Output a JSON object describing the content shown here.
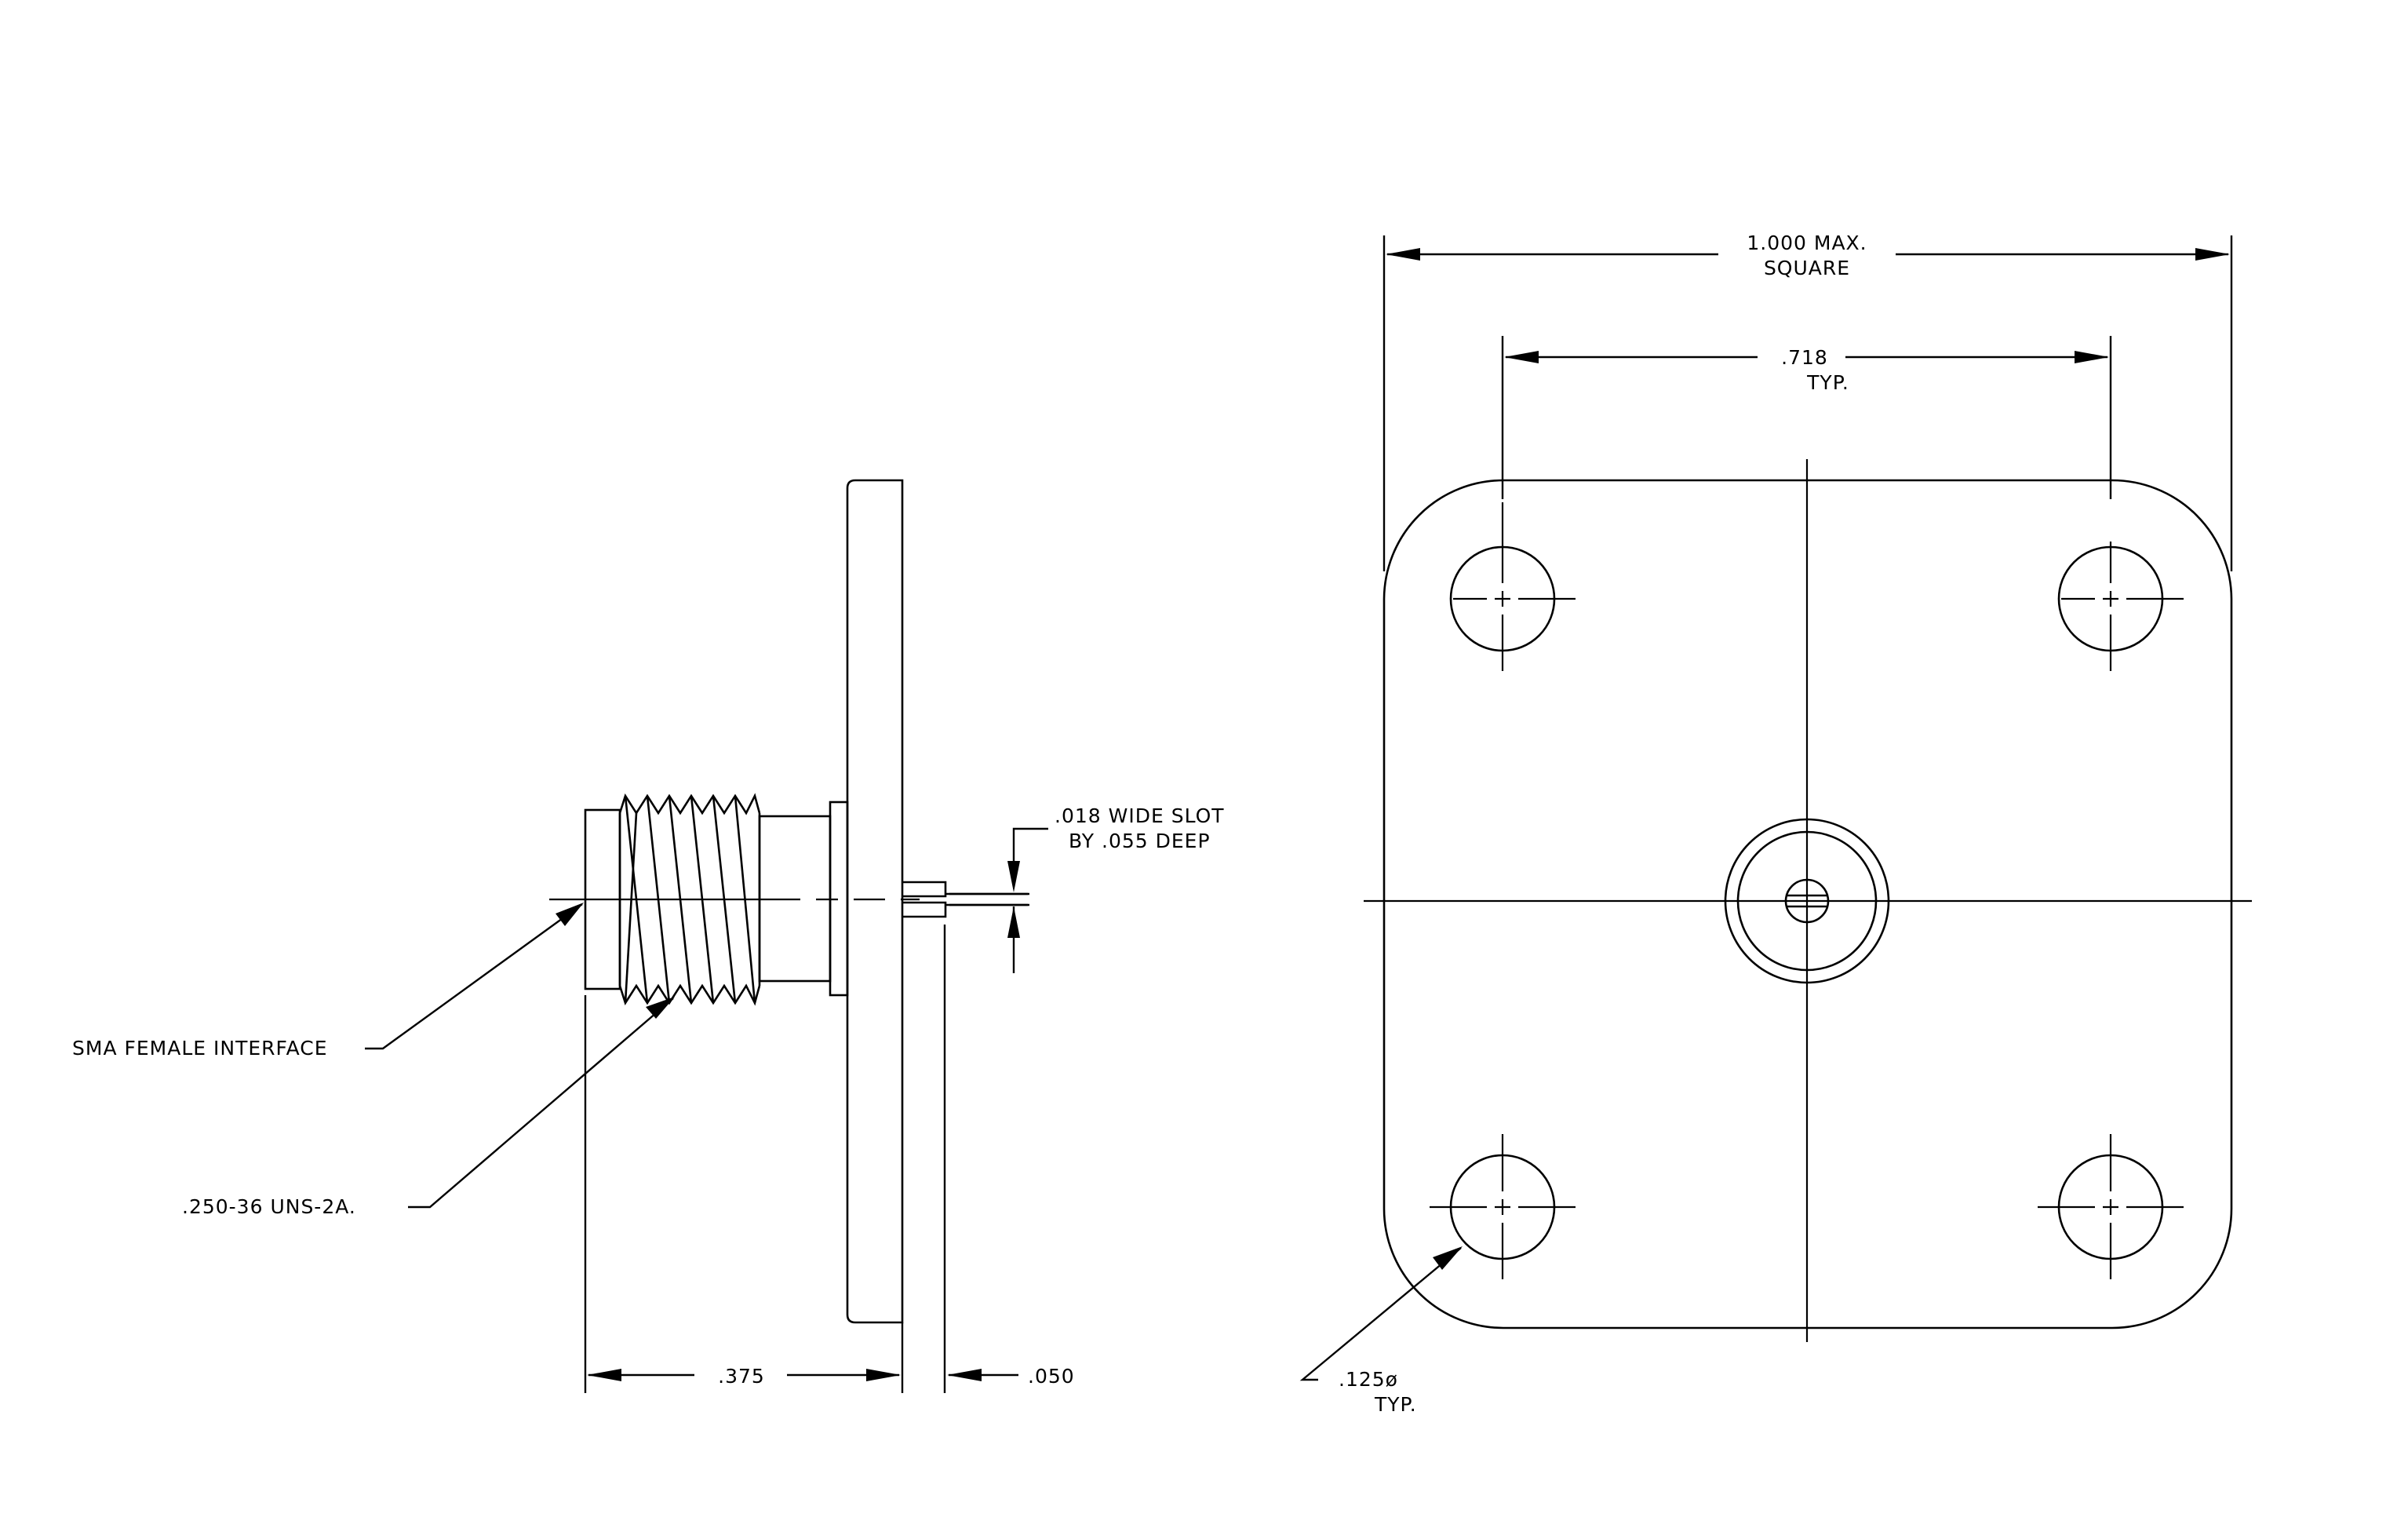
{
  "labels": {
    "overall_width": ".375",
    "flange_thickness": ".050",
    "slot_line1": ".018 WIDE SLOT",
    "slot_line2": "BY .055 DEEP",
    "interface": "SMA FEMALE INTERFACE",
    "thread": ".250-36 UNS-2A.",
    "square_line1": "1.000 MAX.",
    "square_line2": "SQUARE",
    "hole_spacing_line1": ".718",
    "hole_spacing_line2": "TYP.",
    "hole_diameter_line1": ".125ø",
    "hole_diameter_line2": "TYP."
  }
}
